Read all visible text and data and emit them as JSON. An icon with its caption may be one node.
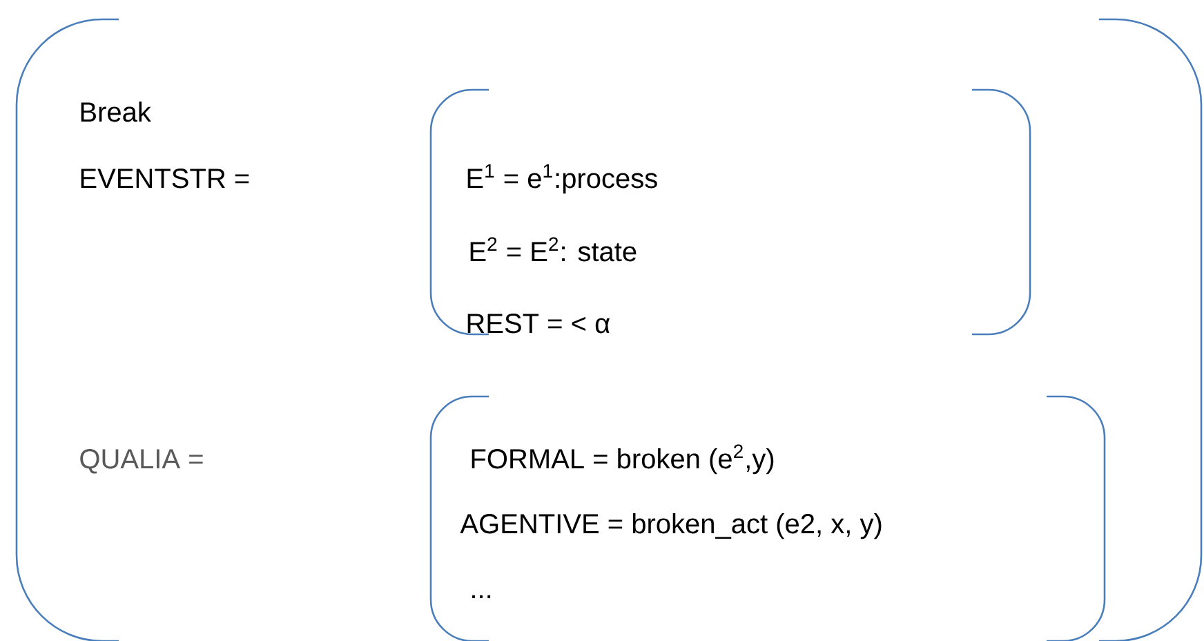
{
  "diagram": {
    "nodes": [
      {
        "text": [
          "Break",
          "EVENTSTR =",
          "QUALIA ="
        ]
      },
      {
        "text": [
          "E$^{1}$ = e$^{1}$:process",
          "E$^{2}$ = E$^{2}$: state",
          "REST = < α"
        ],
        "in": 0
      },
      {
        "text": [
          "FORMAL = broken (e$^{2}$,y)",
          "AGENTIVE = broken_act (e2, x, y)",
          "..."
        ],
        "in": 0
      }
    ]
  }
}
